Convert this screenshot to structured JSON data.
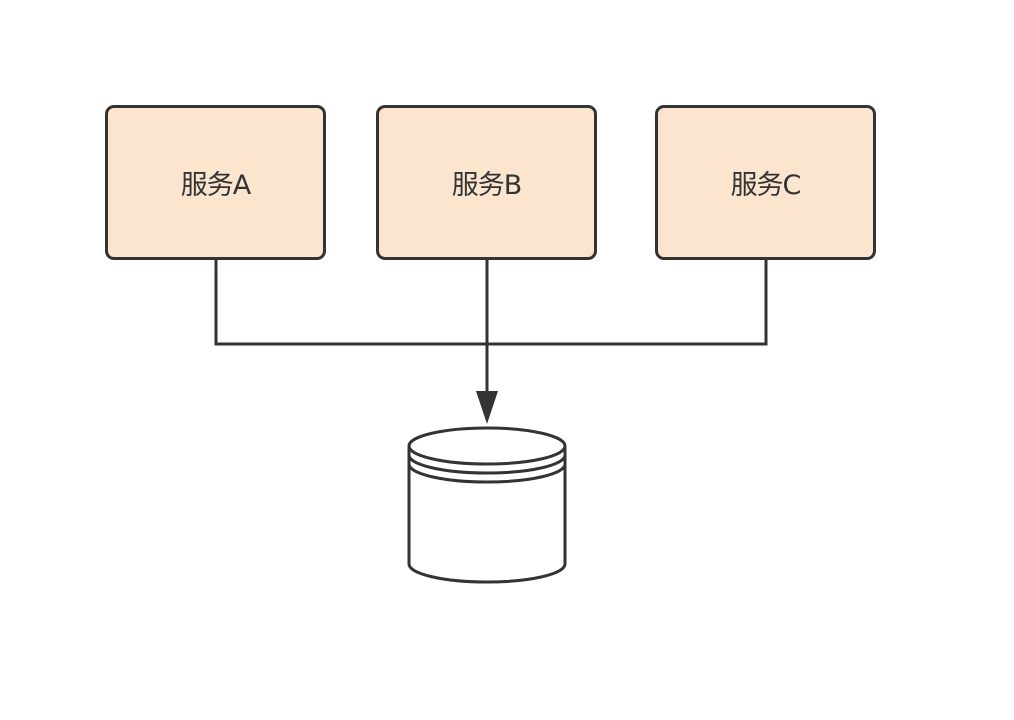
{
  "services": [
    {
      "label": "服务A"
    },
    {
      "label": "服务B"
    },
    {
      "label": "服务C"
    }
  ],
  "colors": {
    "box_fill": "#fbe5cf",
    "stroke": "#333333",
    "background": "#ffffff"
  },
  "icons": {
    "storage": "database-cylinder-icon",
    "flow": "arrow-down-icon"
  }
}
